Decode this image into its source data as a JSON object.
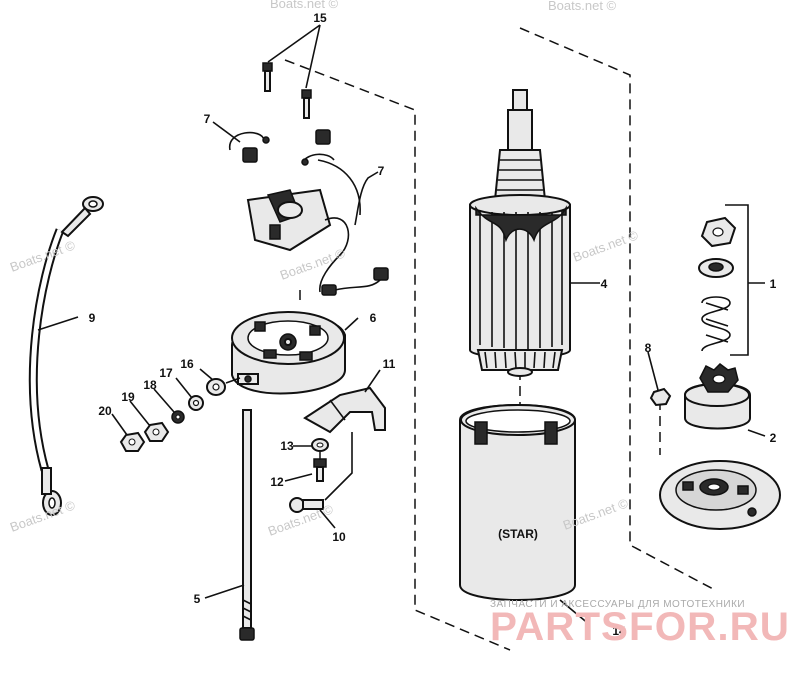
{
  "callouts": {
    "c1": "1",
    "c2": "2",
    "c4": "4",
    "c5": "5",
    "c6": "6",
    "c7a": "7",
    "c7b": "7",
    "c8": "8",
    "c9": "9",
    "c10": "10",
    "c11": "11",
    "c12": "12",
    "c13": "13",
    "c14": "14",
    "c15": "15",
    "c16": "16",
    "c17": "17",
    "c18": "18",
    "c19": "19",
    "c20": "20"
  },
  "housing_stamp": "(STAR)",
  "watermarks": {
    "boats": "Boats.net ©",
    "shop_tagline": "ЗАПЧАСТИ И АКСЕССУАРЫ ДЛЯ МОТОТЕХНИКИ",
    "shop_brand": "PARTSFOR.RU"
  }
}
